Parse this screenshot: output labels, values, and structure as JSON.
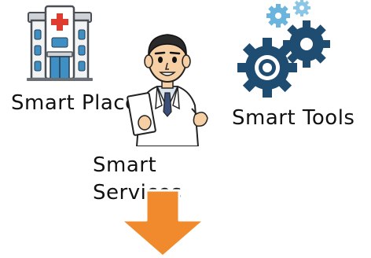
{
  "labels": {
    "smart_places": "Smart Places",
    "smart_tools": "Smart Tools",
    "smart_services_line1": "Smart",
    "smart_services_line2": "Services"
  },
  "colors": {
    "building_body": "#f2f3f5",
    "building_trim": "#6b6f76",
    "window_blue": "#3d8fc4",
    "cross_red": "#e03b2f",
    "gear_dark": "#1f4d72",
    "gear_light": "#6bb4de",
    "arrow_orange": "#f08a2c",
    "arrow_outline": "#ffffff"
  },
  "icons": [
    "hospital-building-icon",
    "doctor-illustration",
    "gears-icon",
    "down-arrow-icon"
  ]
}
